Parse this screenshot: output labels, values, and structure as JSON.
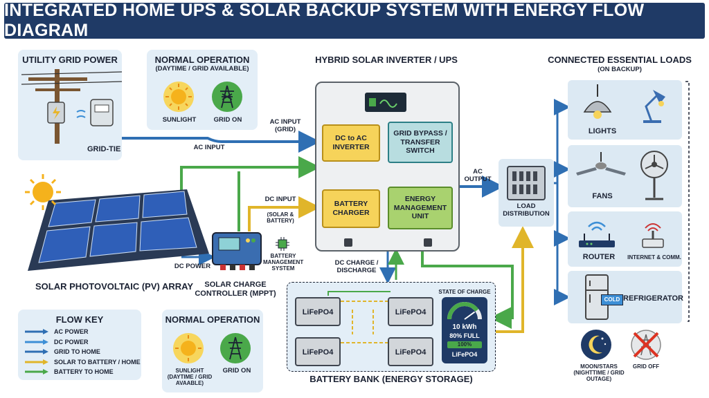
{
  "title": "INTEGRATED HOME UPS & SOLAR BACKUP SYSTEM WITH ENERGY FLOW DIAGRAM",
  "grid": {
    "title": "UTILITY GRID POWER",
    "grid_tie": "GRID-TIE"
  },
  "normal_top": {
    "title": "NORMAL OPERATION",
    "subtitle": "(DAYTIME / GRID AVAILABLE)",
    "sun_label": "SUNLIGHT",
    "grid_label": "GRID ON"
  },
  "flow_labels": {
    "ac_input_grid": "AC INPUT\n(GRID)",
    "ac_input": "AC INPUT",
    "dc_input": "DC INPUT",
    "solar_battery": "(SOLAR &\nBATTERY)",
    "ac_output": "AC\nOUTPUT",
    "dc_charge": "DC CHARGE /\nDISCHARGE",
    "dc_power": "DC POWER"
  },
  "inverter": {
    "title": "HYBRID SOLAR INVERTER / UPS",
    "dc_ac": "DC to AC\nINVERTER",
    "bypass": "GRID BYPASS /\nTRANSFER\nSWITCH",
    "charger": "BATTERY\nCHARGER",
    "emu": "ENERGY\nMANAGEMENT\nUNIT"
  },
  "solar": {
    "array_label": "SOLAR PHOTOVOLTAIC (PV) ARRAY",
    "controller_label": "SOLAR CHARGE\nCONTROLLER (MPPT)",
    "bms_label": "BATTERY\nMANAGEMENT\nSYSTEM"
  },
  "load_distribution": "LOAD\nDISTRIBUTION",
  "loads": {
    "title": "CONNECTED ESSENTIAL LOADS",
    "subtitle": "(ON BACKUP)",
    "lights": "LIGHTS",
    "fans": "FANS",
    "router": "ROUTER",
    "internet": "INTERNET & COMM.",
    "refrigerator": "REFRIGERATOR",
    "cold": "COLD"
  },
  "battery": {
    "bank_label": "BATTERY BANK (ENERGY STORAGE)",
    "cell_label": "LiFePO4",
    "soc_title": "STATE OF CHARGE",
    "capacity": "10 kWh",
    "full": "80% FULL",
    "percent": "100%",
    "chem": "LiFePO4",
    "soc_fraction": 0.8
  },
  "flow_key": {
    "title": "FLOW KEY",
    "items": [
      {
        "label": "AC POWER",
        "color": "#2f6fb3"
      },
      {
        "label": "DC POWER",
        "color": "#3d8fd6"
      },
      {
        "label": "GRID TO HOME",
        "color": "#2f6fb3"
      },
      {
        "label": "SOLAR TO BATTERY / HOME",
        "color": "#e0b52a"
      },
      {
        "label": "BATTERY TO HOME",
        "color": "#4aa84a"
      }
    ]
  },
  "normal_bottom": {
    "title": "NORMAL OPERATION",
    "sun_label": "SUNLIGHT\n(DAYTIME / GRID AVAABLE)",
    "grid_label": "GRID ON"
  },
  "night": {
    "moon_label": "MOON/STARS\n(NIGHTTIME / GRID OUTAGE)",
    "grid_off_label": "GRID OFF"
  },
  "colors": {
    "title_bg": "#1f3a66",
    "ac_blue": "#2f6fb3",
    "dc_yellow": "#e0b52a",
    "battery_green": "#4aa84a",
    "panel_bg": "#e3eef7"
  }
}
